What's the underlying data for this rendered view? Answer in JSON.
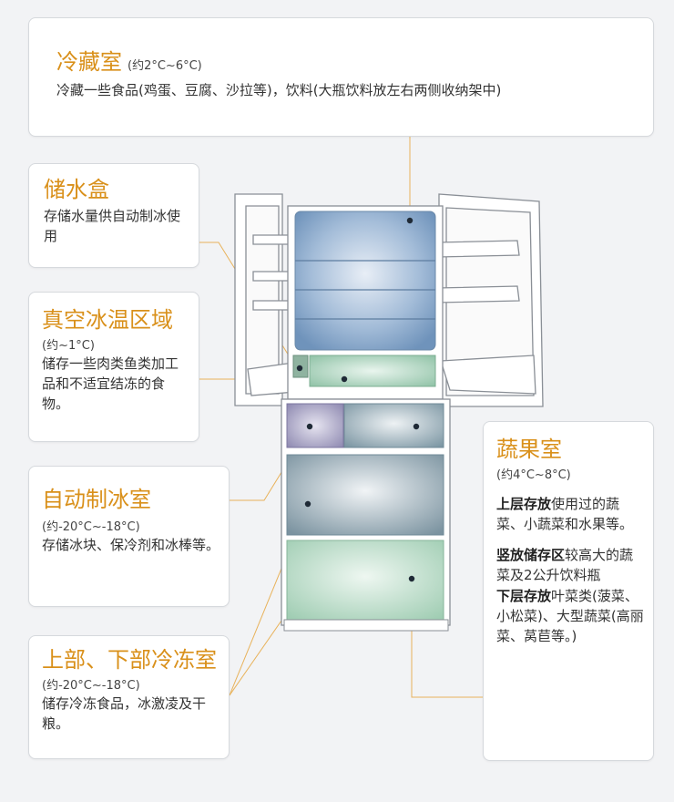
{
  "fridge_room": {
    "title": "冷藏室",
    "temp": "(约2°C~6°C)",
    "desc": "冷藏一些食品(鸡蛋、豆腐、沙拉等)，饮料(大瓶饮料放左右两侧收纳架中)"
  },
  "water_box": {
    "title": "储水盒",
    "desc": "存储水量供自动制冰使用"
  },
  "vacuum_zone": {
    "title": "真空冰温区域",
    "temp": "(约~1°C)",
    "desc": "储存一些肉类鱼类加工品和不适宜结冻的食物。"
  },
  "ice_room": {
    "title": "自动制冰室",
    "temp": "(约-20°C~-18°C)",
    "desc": "存储冰块、保冷剂和冰棒等。"
  },
  "freezer_room": {
    "title": "上部、下部冷冻室",
    "temp": "(约-20°C~-18°C)",
    "desc": "储存冷冻食品，冰激凌及干粮。"
  },
  "vegetable_room": {
    "title": "蔬果室",
    "temp": "(约4°C~8°C)",
    "upper_bold": "上层存放",
    "upper_text": "使用过的蔬菜、小蔬菜和水果等。",
    "vertical_bold": "竖放储存区",
    "vertical_text": "较高大的蔬菜及2公升饮料瓶",
    "lower_bold": "下层存放",
    "lower_text": "叶菜类(菠菜、小松菜)、大型蔬菜(高丽菜、莴苣等。)"
  },
  "colors": {
    "accent": "#d9901a",
    "leader_line": "#e8b25a",
    "fridge_compartment": "#7e9fc3",
    "chill_compartment": "#a9d4bd",
    "ice_compartment": "#9a95b8",
    "freezer_compartment": "#7f99a6",
    "vegetable_compartment": "#b5d9c4"
  }
}
